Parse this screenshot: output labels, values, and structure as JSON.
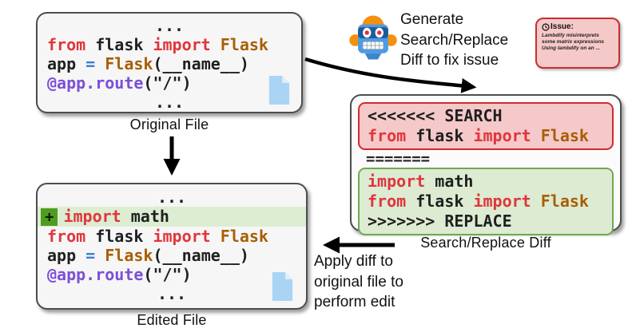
{
  "palette": {
    "keyword_red": "#e0363c",
    "class_orange": "#a85d04",
    "operator_blue": "#3d7fd1",
    "decorator_purple": "#7b4fd8",
    "panel_border": "#4d4d4d",
    "diff_search_bg": "#f5c9c9",
    "diff_search_border": "#d22b2b",
    "diff_replace_bg": "#dcebd2",
    "diff_replace_border": "#71a84e",
    "added_line_bg": "#dcedd2",
    "plus_badge_green": "#4f9d20",
    "issue_bg": "#f6c9c9",
    "issue_border": "#c53030",
    "file_icon_blue": "#a9d4f4"
  },
  "icons": {
    "robot": "robot-icon",
    "file": "file-icon",
    "clock": "clock-icon",
    "plus_badge": "+"
  },
  "original_file": {
    "label": "Original File",
    "lines": [
      {
        "align": "center",
        "tokens": [
          {
            "c": "txt",
            "t": "..."
          }
        ]
      },
      {
        "tokens": [
          {
            "c": "kw",
            "t": "from"
          },
          {
            "c": "txt",
            "t": " flask "
          },
          {
            "c": "kw",
            "t": "import"
          },
          {
            "c": "cls",
            "t": " Flask"
          }
        ]
      },
      {
        "tokens": [
          {
            "c": "txt",
            "t": "app "
          },
          {
            "c": "op",
            "t": "= "
          },
          {
            "c": "cls",
            "t": "Flask"
          },
          {
            "c": "txt",
            "t": "(__name__)"
          }
        ]
      },
      {
        "tokens": [
          {
            "c": "dec",
            "t": "@app.route"
          },
          {
            "c": "txt",
            "t": "(\"/\")"
          }
        ]
      },
      {
        "align": "center",
        "tokens": [
          {
            "c": "txt",
            "t": "..."
          }
        ]
      }
    ]
  },
  "edited_file": {
    "label": "Edited File",
    "lines": [
      {
        "align": "center",
        "tokens": [
          {
            "c": "txt",
            "t": "..."
          }
        ]
      },
      {
        "highlight": true,
        "badge": "+",
        "tokens": [
          {
            "c": "kw",
            "t": "import"
          },
          {
            "c": "txt",
            "t": " math"
          }
        ]
      },
      {
        "tokens": [
          {
            "c": "kw",
            "t": "from"
          },
          {
            "c": "txt",
            "t": " flask "
          },
          {
            "c": "kw",
            "t": "import"
          },
          {
            "c": "cls",
            "t": " Flask"
          }
        ]
      },
      {
        "tokens": [
          {
            "c": "txt",
            "t": "app "
          },
          {
            "c": "op",
            "t": "= "
          },
          {
            "c": "cls",
            "t": "Flask"
          },
          {
            "c": "txt",
            "t": "(__name__)"
          }
        ]
      },
      {
        "tokens": [
          {
            "c": "dec",
            "t": "@app.route"
          },
          {
            "c": "txt",
            "t": "(\"/\")"
          }
        ]
      },
      {
        "align": "center",
        "tokens": [
          {
            "c": "txt",
            "t": "..."
          }
        ]
      }
    ]
  },
  "diff_box": {
    "label": "Search/Replace Diff",
    "separator": "=======",
    "search_lines": [
      {
        "tokens": [
          {
            "c": "txt",
            "t": "<<<<<<< SEARCH"
          }
        ]
      },
      {
        "tokens": [
          {
            "c": "kw",
            "t": "from"
          },
          {
            "c": "txt",
            "t": " flask "
          },
          {
            "c": "kw",
            "t": "import"
          },
          {
            "c": "cls",
            "t": " Flask"
          }
        ]
      }
    ],
    "replace_lines": [
      {
        "tokens": [
          {
            "c": "kw",
            "t": "import"
          },
          {
            "c": "txt",
            "t": " math"
          }
        ]
      },
      {
        "tokens": [
          {
            "c": "kw",
            "t": "from"
          },
          {
            "c": "txt",
            "t": " flask "
          },
          {
            "c": "kw",
            "t": "import"
          },
          {
            "c": "cls",
            "t": " Flask"
          }
        ]
      },
      {
        "tokens": [
          {
            "c": "txt",
            "t": ">>>>>>> REPLACE"
          }
        ]
      }
    ]
  },
  "annotations": {
    "generate": "Generate\nSearch/Replace\nDiff to fix issue",
    "apply": "Apply diff to\noriginal file to\nperform edit"
  },
  "issue_card": {
    "title": "Issue:",
    "body": "Lambdify misinterprets\nsome matrix expressions\nUsing lambdify on an ..."
  }
}
